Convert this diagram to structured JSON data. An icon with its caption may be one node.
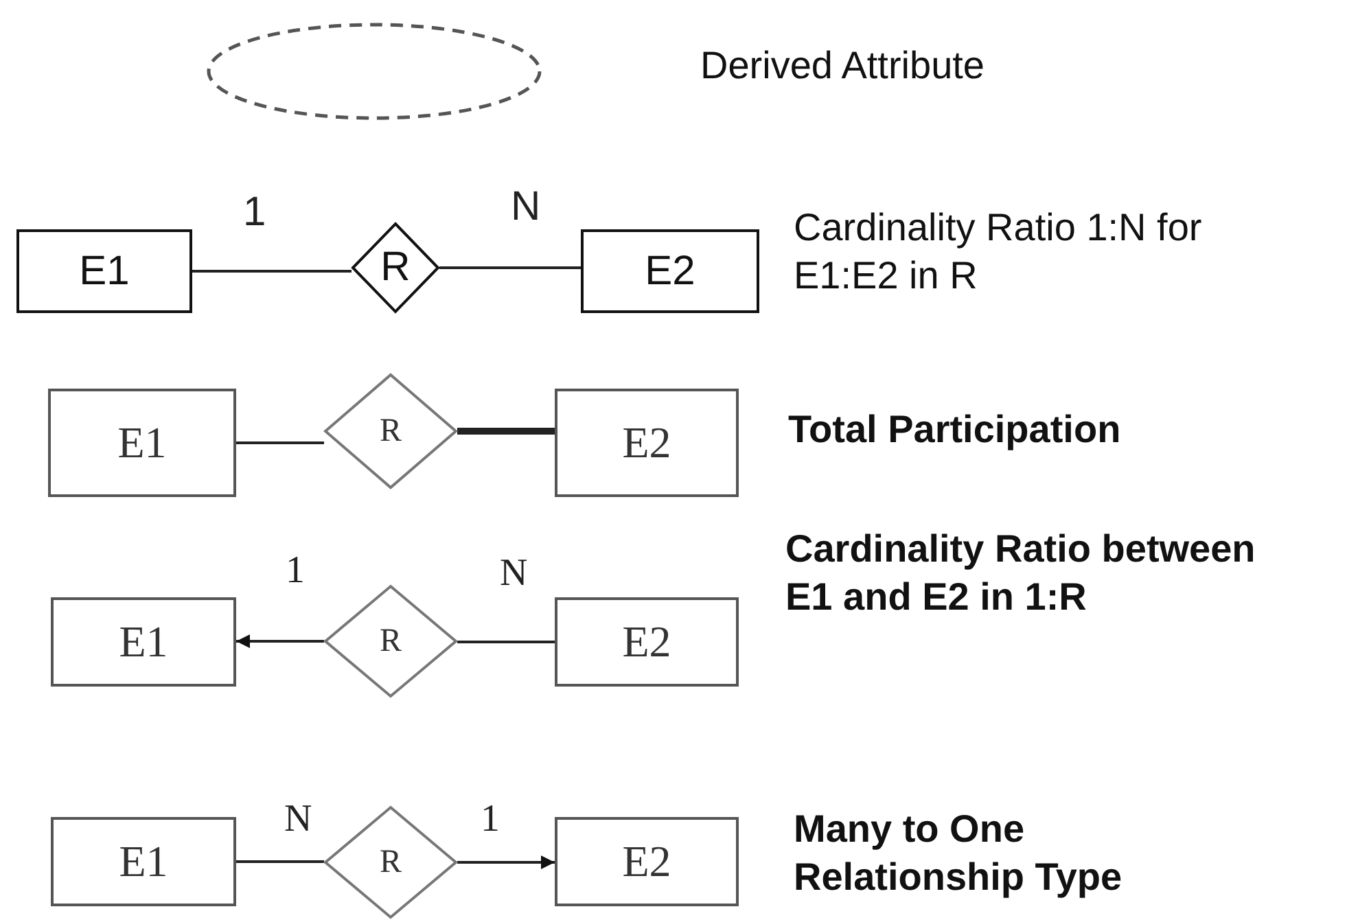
{
  "diagram": {
    "nodes": [
      {
        "text": [],
        "shape": "ellipse"
      },
      {
        "text": [
          "E1"
        ]
      },
      {
        "text": [
          "R"
        ]
      },
      {
        "text": [
          "E2"
        ]
      },
      {
        "text": [
          "E1"
        ]
      },
      {
        "text": [
          "R"
        ]
      },
      {
        "text": [
          "E2"
        ]
      },
      {
        "text": [
          "E1"
        ]
      },
      {
        "text": [
          "R"
        ]
      },
      {
        "text": [
          "E2"
        ]
      },
      {
        "text": [
          "E1"
        ]
      },
      {
        "text": [
          "R"
        ]
      },
      {
        "text": [
          "E2"
        ]
      }
    ],
    "edges": [
      {
        "from": 1,
        "to": 2,
        "arrow": "none",
        "label": "1"
      },
      {
        "from": 2,
        "to": 3,
        "arrow": "none",
        "label": "N"
      },
      {
        "from": 4,
        "to": 5,
        "arrow": "none"
      },
      {
        "from": 5,
        "to": 6,
        "arrow": "none",
        "style": "thick"
      },
      {
        "from": 8,
        "to": 7,
        "arrow": "to",
        "label": "1"
      },
      {
        "from": 9,
        "to": 8,
        "arrow": "none",
        "label": "N"
      },
      {
        "from": 10,
        "to": 11,
        "arrow": "none",
        "label": "N"
      },
      {
        "from": 11,
        "to": 12,
        "arrow": "to",
        "label": "1"
      }
    ],
    "labels": [
      "Derived Attribute",
      "Cardinality Ratio 1:N for E1:E2 in R",
      "Total Participation",
      "Cardinality Ratio between E1 and E2 in 1:R",
      "Many to One Relationship Type"
    ]
  }
}
